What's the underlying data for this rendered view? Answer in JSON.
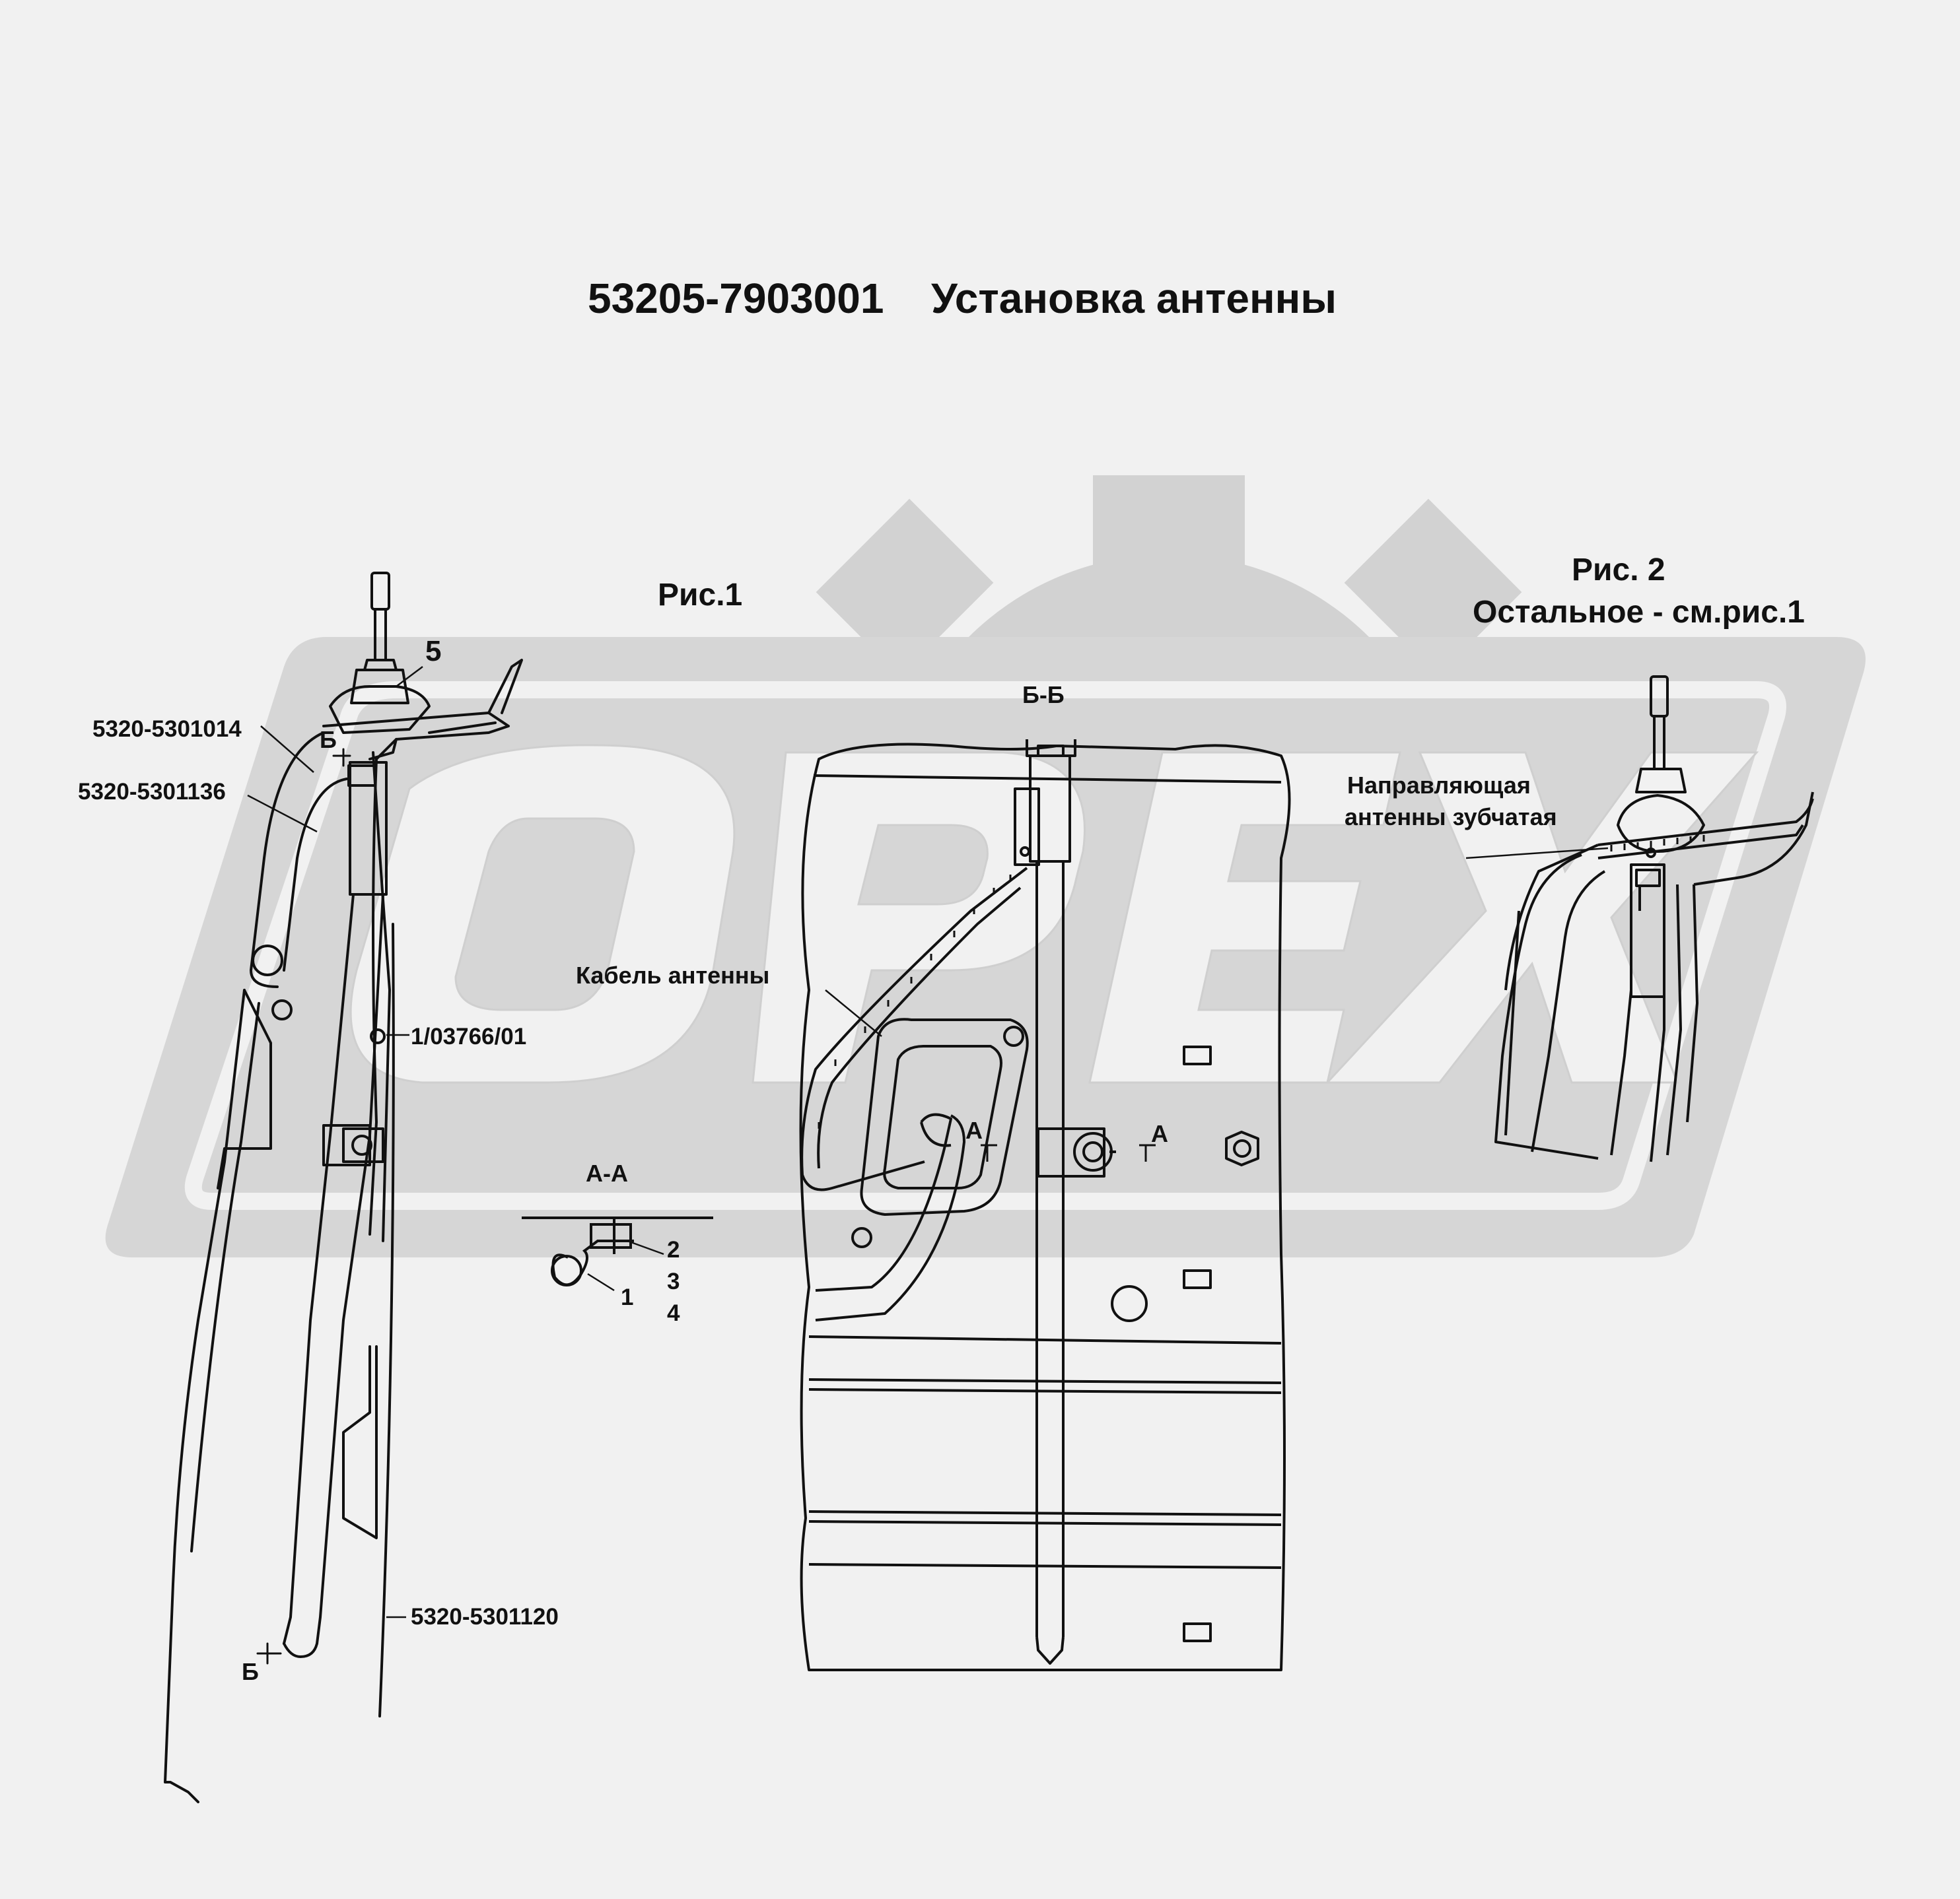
{
  "title": {
    "code": "53205-7903001",
    "name": "Установка антенны"
  },
  "watermark": {
    "text": "OPEX",
    "color": "#d3d3d3",
    "icon": "gear-icon"
  },
  "figures": {
    "fig1": "Рис.1",
    "fig2_title": "Рис. 2",
    "fig2_note": "Остальное - см.рис.1"
  },
  "sections": {
    "bb_marker_top": "Б",
    "bb_marker_bottom": "Б",
    "bb_view": "Б-Б",
    "aa_view": "А-А",
    "aa_marker_left": "А",
    "aa_marker_right": "А"
  },
  "part_numbers": {
    "item5": "5",
    "p1": "5320-5301014",
    "p2": "5320-5301136",
    "p3": "1/03766/01",
    "p4": "5320-5301120"
  },
  "detail_numbers": [
    "1",
    "2",
    "3",
    "4"
  ],
  "callouts": {
    "cable": "Кабель антенны",
    "guide_line1": "Направляющая",
    "guide_line2": "антенны зубчатая"
  }
}
